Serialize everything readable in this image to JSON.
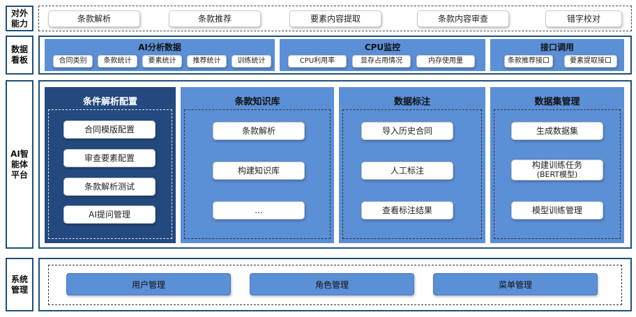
{
  "layers": {
    "external": {
      "label": "对外能力",
      "items": [
        "条款解析",
        "条款推荐",
        "要素内容提取",
        "条款内容审查",
        "错字校对"
      ]
    },
    "dashboard": {
      "label": "数据看板",
      "groups": [
        {
          "title": "AI分析数据",
          "items": [
            "合同类别",
            "条款统计",
            "要素统计",
            "推荐统计",
            "训练统计"
          ]
        },
        {
          "title": "CPU监控",
          "items": [
            "CPU利用率",
            "显存占用情况",
            "内存使用量"
          ]
        },
        {
          "title": "接口调用",
          "items": [
            "条款推荐接口",
            "要素提取接口"
          ]
        }
      ]
    },
    "platform": {
      "label": "AI智能体平台",
      "panels": [
        {
          "title": "条件解析配置",
          "items": [
            "合同模版配置",
            "审查要素配置",
            "条款解析测试",
            "AI提问管理"
          ]
        },
        {
          "title": "条款知识库",
          "items": [
            "条款解析",
            "构建知识库",
            "..."
          ]
        },
        {
          "title": "数据标注",
          "items": [
            "导入历史合同",
            "人工标注",
            "查看标注结果"
          ]
        },
        {
          "title": "数据集管理",
          "items": [
            "生成数据集",
            "构建训练任务",
            "(BERT模型)",
            "模型训练管理"
          ]
        }
      ]
    },
    "system": {
      "label": "系统管理",
      "items": [
        "用户管理",
        "角色管理",
        "菜单管理"
      ]
    }
  },
  "colors": {
    "panel": "#5b8fd6",
    "panel_dark": "#23497f",
    "frame": "#1f4e79"
  }
}
